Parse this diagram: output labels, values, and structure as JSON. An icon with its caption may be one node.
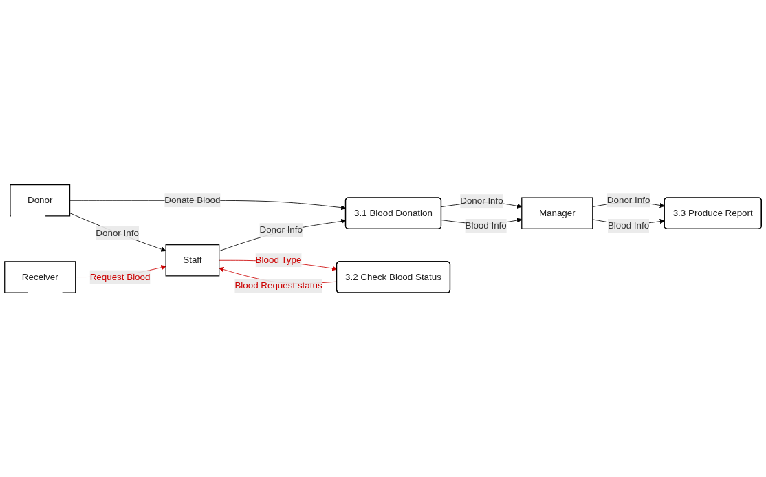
{
  "diagram": {
    "nodes": [
      {
        "text": [
          "3.1 Blood Donation"
        ]
      },
      {
        "text": [
          "Donor"
        ]
      },
      {
        "text": [
          "Manager"
        ]
      },
      {
        "text": [
          "3.2 Check Blood Status"
        ]
      },
      {
        "text": [
          "Staff"
        ]
      },
      {
        "text": [
          "Receiver"
        ]
      },
      {
        "text": [
          "3.3 Produce Report"
        ]
      }
    ],
    "edges": [
      {
        "from": 0,
        "to": 2,
        "label": "Donor Info",
        "arrow": "to"
      },
      {
        "from": 0,
        "to": 2,
        "label": "Blood Info",
        "arrow": "to"
      },
      {
        "from": 4,
        "to": 0,
        "label": "Donor Info",
        "arrow": "to"
      },
      {
        "from": 1,
        "to": 0,
        "label": "Donate Blood",
        "arrow": "to"
      },
      {
        "from": 1,
        "to": 4,
        "label": "Donor Info",
        "arrow": "to"
      },
      {
        "from": 4,
        "to": 3,
        "label": "Blood Type",
        "arrow": "to",
        "color": "#cc0000"
      },
      {
        "from": 5,
        "to": 4,
        "label": "Request Blood",
        "arrow": "to",
        "color": "#cc0000"
      },
      {
        "from": 3,
        "to": 4,
        "label": "Blood Request status",
        "arrow": "to",
        "color": "#cc0000"
      },
      {
        "from": 2,
        "to": 6,
        "label": "Donor Info",
        "arrow": "to"
      },
      {
        "from": 2,
        "to": 6,
        "label": "Blood Info",
        "arrow": "to"
      }
    ]
  }
}
